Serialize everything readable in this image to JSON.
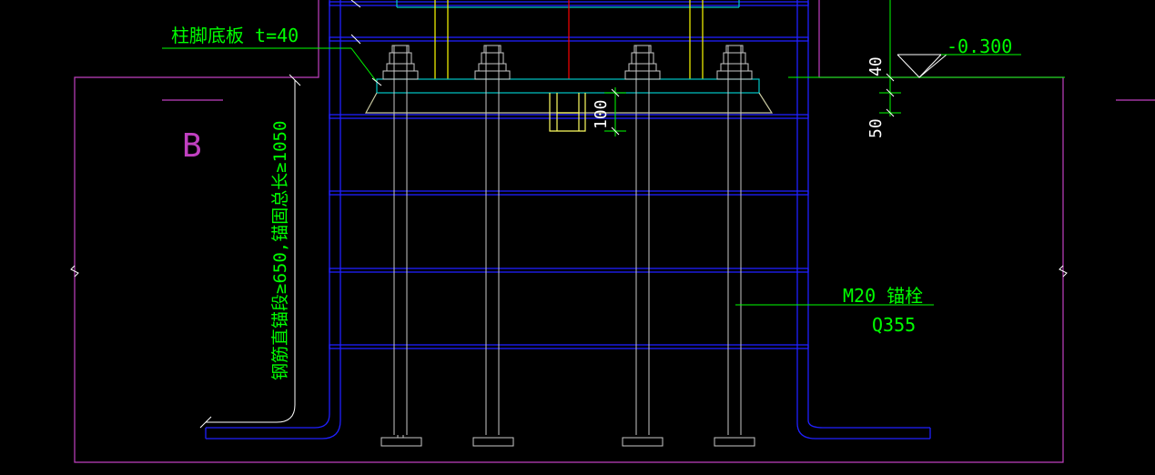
{
  "drawing": {
    "base_plate_label": "柱脚底板 t=40",
    "elevation_label": "-0.300",
    "axis_label": "B",
    "rebar_note": "钢筋直锚段≥650,锚固总长≥1050",
    "bolt_label": "M20 锚栓",
    "bolt_grade": "Q355",
    "dim_top": "40",
    "dim_bottom": "50",
    "dim_shear_key": "100"
  },
  "colors": {
    "background": "#000000",
    "outline": "#c040c0",
    "rebar": "#2020ff",
    "steel": "#00c8c8",
    "bolt": "#c8c8c8",
    "text": "#00ff00",
    "dimension": "#00ff00",
    "column_line": "#ff0000",
    "column": "#ffff00",
    "shear_key": "#ffff60"
  }
}
